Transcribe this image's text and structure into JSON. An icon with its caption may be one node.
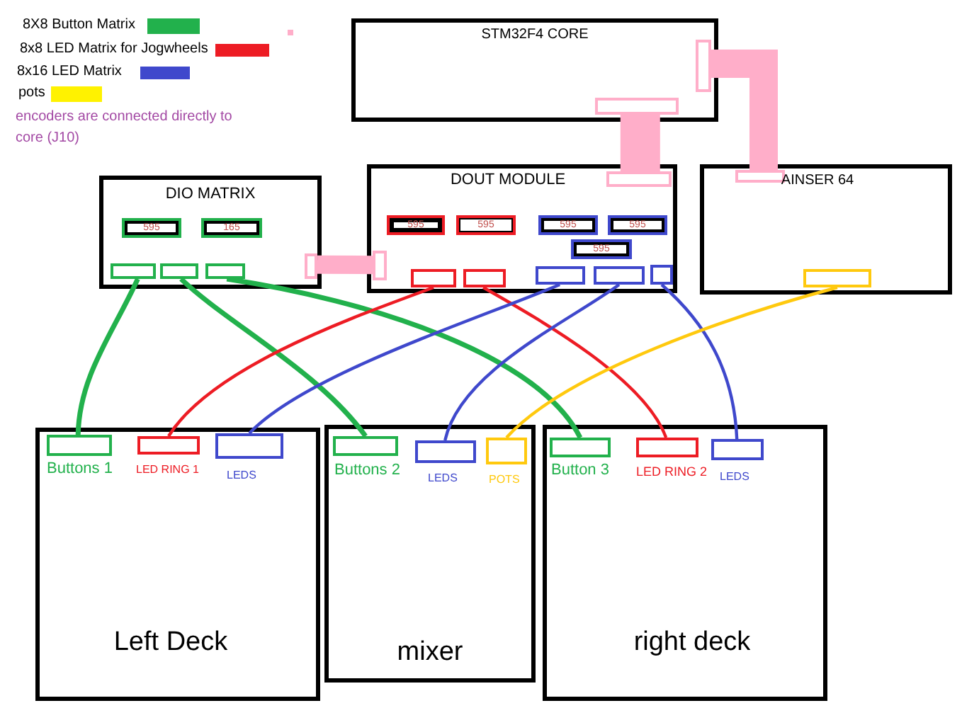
{
  "diagram": {
    "nodes": [
      {
        "text": [
          "STM32F4 CORE"
        ]
      },
      {
        "text": [],
        "shape": "box",
        "in": 0
      },
      {
        "text": [],
        "shape": "box",
        "in": 0
      },
      {
        "text": [
          "DIO MATRIX"
        ]
      },
      {
        "text": [
          "595"
        ],
        "in": 3
      },
      {
        "text": [
          "165"
        ],
        "in": 3
      },
      {
        "text": [],
        "shape": "box",
        "in": 3
      },
      {
        "text": [],
        "shape": "box",
        "in": 3
      },
      {
        "text": [],
        "shape": "box",
        "in": 3
      },
      {
        "text": [],
        "shape": "box",
        "in": 3
      },
      {
        "text": [
          "DOUT MODULE"
        ]
      },
      {
        "text": [],
        "shape": "box",
        "in": 10
      },
      {
        "text": [],
        "shape": "box",
        "in": 10
      },
      {
        "text": [
          "595"
        ],
        "in": 10
      },
      {
        "text": [
          "595"
        ],
        "in": 10
      },
      {
        "text": [
          "595"
        ],
        "in": 10
      },
      {
        "text": [
          "595"
        ],
        "in": 10
      },
      {
        "text": [
          "595"
        ],
        "in": 10
      },
      {
        "text": [],
        "shape": "box",
        "in": 10
      },
      {
        "text": [],
        "shape": "box",
        "in": 10
      },
      {
        "text": [],
        "shape": "box",
        "in": 10
      },
      {
        "text": [],
        "shape": "box",
        "in": 10
      },
      {
        "text": [],
        "shape": "box",
        "in": 10
      },
      {
        "text": [
          "AINSER 64"
        ]
      },
      {
        "text": [],
        "shape": "box",
        "in": 23
      },
      {
        "text": [],
        "shape": "box",
        "in": 23
      },
      {
        "text": [
          "Left Deck"
        ]
      },
      {
        "text": [],
        "shape": "box",
        "in": 26,
        "beside": [
          "Buttons 1"
        ]
      },
      {
        "text": [],
        "shape": "box",
        "in": 26,
        "beside": [
          "LED RING 1"
        ]
      },
      {
        "text": [],
        "shape": "box",
        "in": 26,
        "beside": [
          "LEDS"
        ]
      },
      {
        "text": [
          "mixer"
        ]
      },
      {
        "text": [],
        "shape": "box",
        "in": 30,
        "beside": [
          "Buttons 2"
        ]
      },
      {
        "text": [],
        "shape": "box",
        "in": 30,
        "beside": [
          "LEDS"
        ]
      },
      {
        "text": [],
        "shape": "box",
        "in": 30,
        "beside": [
          "POTS"
        ]
      },
      {
        "text": [
          "right deck"
        ]
      },
      {
        "text": [],
        "shape": "box",
        "in": 34,
        "beside": [
          "Button 3"
        ]
      },
      {
        "text": [],
        "shape": "box",
        "in": 34,
        "beside": [
          "LED RING 2"
        ]
      },
      {
        "text": [],
        "shape": "box",
        "in": 34,
        "beside": [
          "LEDS"
        ]
      }
    ],
    "edges": [
      {
        "from": 1,
        "to": 24,
        "arrow": "none",
        "style": "thick",
        "color": "#ffaec9"
      },
      {
        "from": 2,
        "to": 11,
        "arrow": "none",
        "style": "thick",
        "color": "#ffaec9"
      },
      {
        "from": 9,
        "to": 12,
        "arrow": "none",
        "style": "thick",
        "color": "#ffaec9"
      },
      {
        "from": 6,
        "to": 27,
        "arrow": "none",
        "color": "#22b14c"
      },
      {
        "from": 7,
        "to": 31,
        "arrow": "none",
        "color": "#22b14c"
      },
      {
        "from": 8,
        "to": 35,
        "arrow": "none",
        "color": "#22b14c"
      },
      {
        "from": 18,
        "to": 28,
        "arrow": "none",
        "color": "#ed1c24"
      },
      {
        "from": 19,
        "to": 36,
        "arrow": "none",
        "color": "#ed1c24"
      },
      {
        "from": 20,
        "to": 29,
        "arrow": "none",
        "color": "#3f48cc"
      },
      {
        "from": 21,
        "to": 32,
        "arrow": "none",
        "color": "#3f48cc"
      },
      {
        "from": 22,
        "to": 37,
        "arrow": "none",
        "color": "#3f48cc"
      },
      {
        "from": 25,
        "to": 33,
        "arrow": "none",
        "color": "#ffc90e"
      }
    ],
    "labels": [
      "encoders are connected directly to core (J10)"
    ],
    "legend": [
      {
        "text": "8X8 Button Matrix",
        "color": "#22b14c"
      },
      {
        "text": "8x8 LED Matrix for Jogwheels",
        "color": "#ed1c24"
      },
      {
        "text": "8x16 LED Matrix",
        "color": "#3f48cc"
      },
      {
        "text": "pots",
        "color": "#fff200"
      }
    ]
  }
}
